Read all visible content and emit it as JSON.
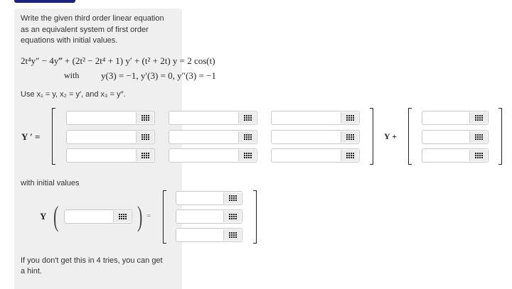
{
  "problem": {
    "instruction_lines": [
      "Write the given third order linear equation",
      "as an equivalent system of first order",
      "equations with initial values."
    ],
    "equation": "2t⁴y″ − 4y‴ + (2t² − 2t⁴ + 1) y′ + (t² + 2t) y = 2 cos(t)",
    "with_label": "with",
    "initial_conditions": "y(3) = −1,  y′(3) = 0,  y″(3) = −1",
    "substitution": "Use x₁ = y, x₂ = y′, and x₃ = y″."
  },
  "system": {
    "lhs_label": "Y ′ =",
    "plus_label": "Y +",
    "matrix_inputs": [
      [
        "",
        "",
        ""
      ],
      [
        "",
        "",
        ""
      ],
      [
        "",
        "",
        ""
      ]
    ],
    "vector_inputs": [
      "",
      "",
      ""
    ]
  },
  "initial": {
    "heading": "with initial values",
    "y_label": "Y",
    "arg_input": "",
    "equals": "=",
    "vector_inputs": [
      "",
      "",
      ""
    ]
  },
  "hint": {
    "lines": [
      "If you don't get this in 4 tries, you can get",
      "a hint."
    ]
  },
  "icons": {
    "input_tool": "keypad-icon"
  },
  "colors": {
    "accent": "#1a237e",
    "panel": "#efefef"
  }
}
